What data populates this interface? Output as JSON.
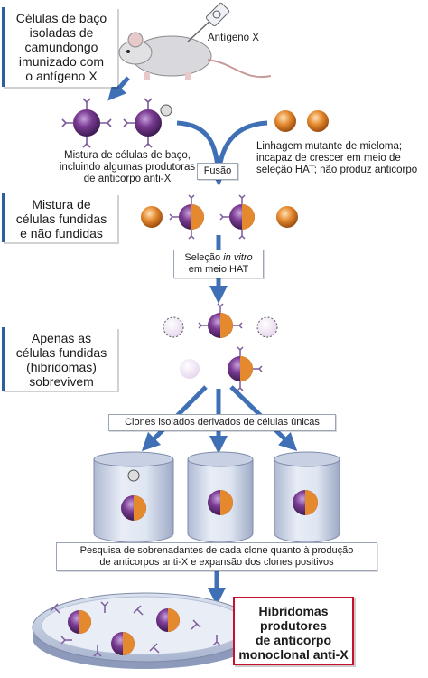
{
  "boxes": {
    "spleen_cells": [
      "Células de baço",
      "isoladas de",
      "camundongo",
      "imunizado com",
      "o antígeno X"
    ],
    "mixture": [
      "Mistura de",
      "células fundidas",
      "e não fundidas"
    ],
    "only_fused": [
      "Apenas as",
      "células fundidas",
      "(hibridomas)",
      "sobrevivem"
    ]
  },
  "labels": {
    "antigen": "Antígeno X",
    "spleen_mix": [
      "Mistura de células de baço,",
      "incluindo algumas produtoras",
      "de anticorpo anti-X"
    ],
    "myeloma": [
      "Linhagem mutante de mieloma;",
      "incapaz de crescer em meio de",
      "seleção HAT; não produz anticorpo"
    ]
  },
  "tags": {
    "fusion": "Fusão",
    "selection_prefix": "Seleção ",
    "selection_italic": "in vitro",
    "selection_line2": "em meio HAT",
    "clones": "Clones isolados derivados de células únicas",
    "screening": [
      "Pesquisa de sobrenadantes de cada clone quanto à produção",
      "de anticorpos anti-X e expansão dos clones positivos"
    ]
  },
  "result": [
    "Hibridomas",
    "produtores",
    "de anticorpo",
    "monoclonal anti-X"
  ],
  "colors": {
    "spleen_cell": "#7a3c93",
    "myeloma_cell": "#e0822a",
    "arrow": "#3f6fb5",
    "antibody": "#7b5a9c",
    "highlight_border": "#c8102e"
  }
}
